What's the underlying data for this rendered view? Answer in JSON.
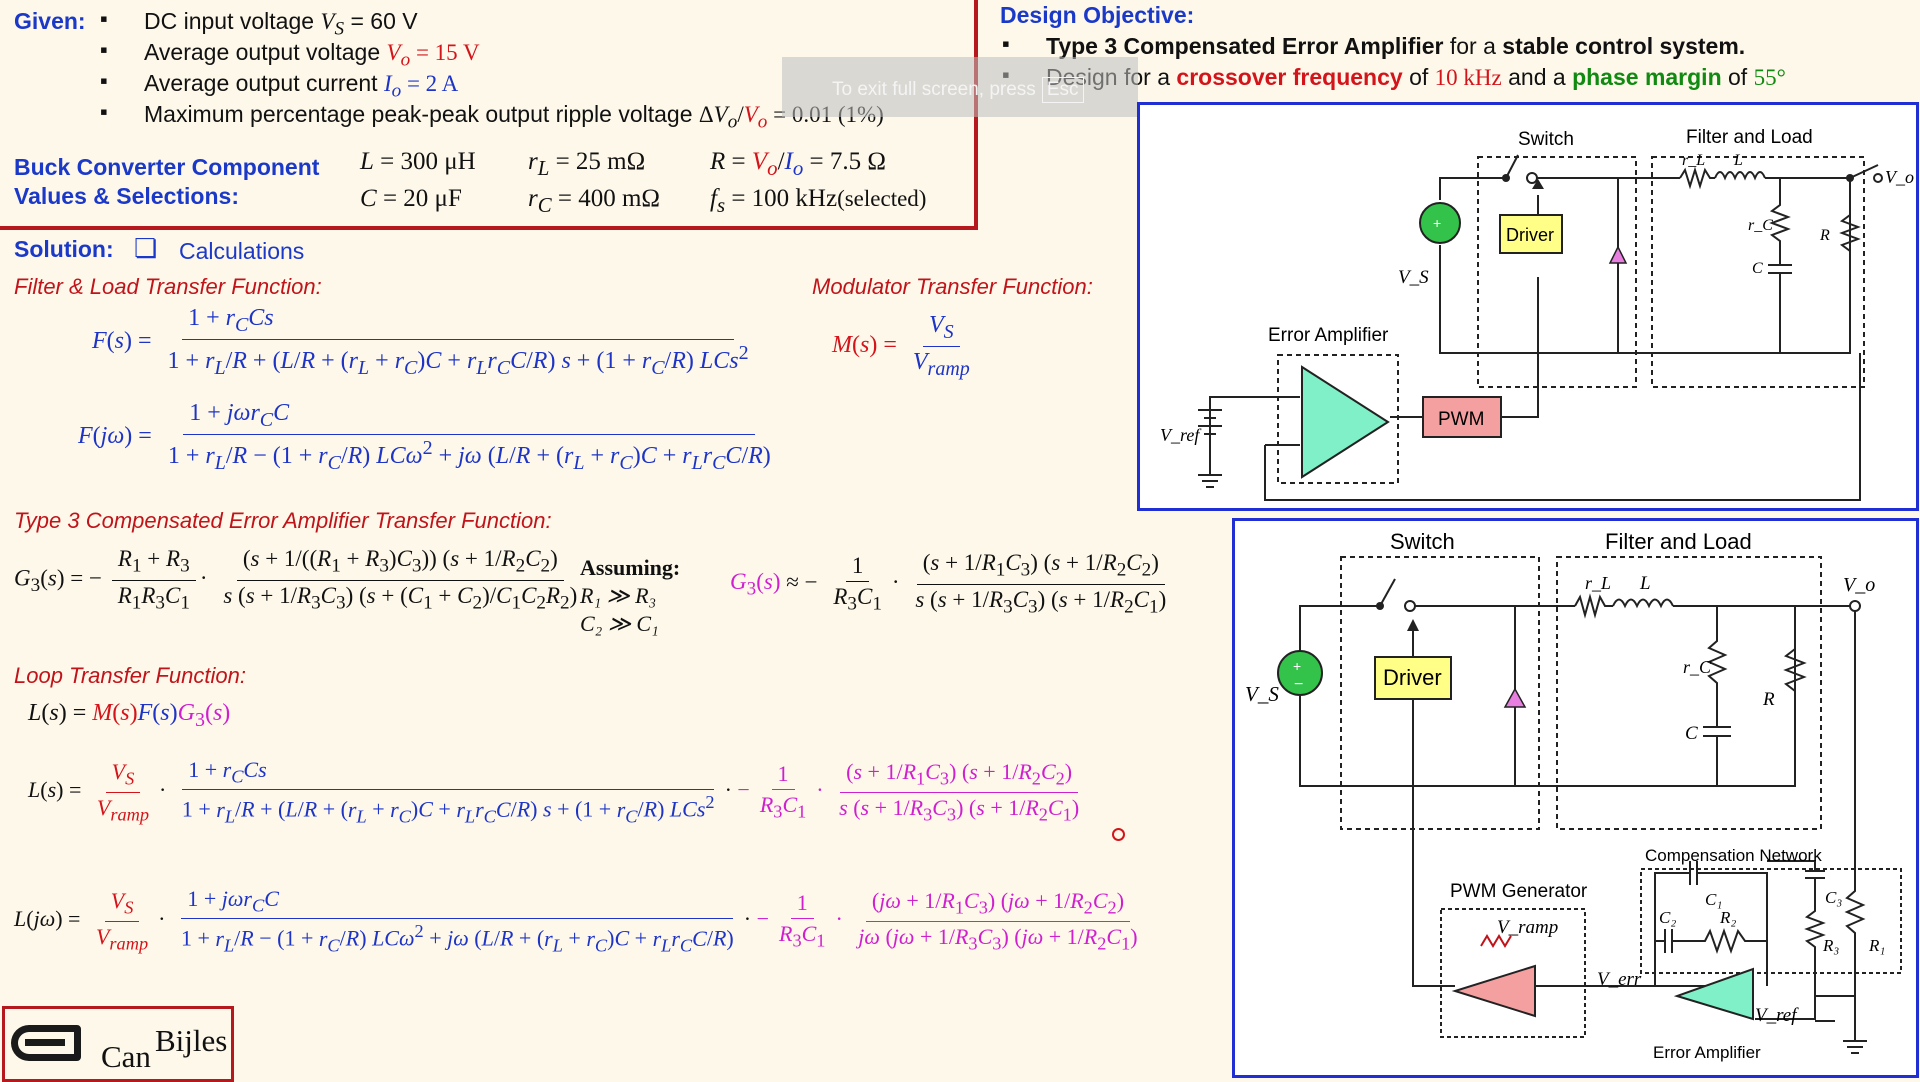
{
  "given": {
    "heading": "Given:",
    "items": [
      "DC input voltage V_S = 60 V",
      "Average output voltage V_o = 15 V",
      "Average output current I_o = 2 A",
      "Maximum percentage peak-peak output ripple voltage ΔV_o/V_o = 0.01 (1%)"
    ],
    "component_heading_1": "Buck Converter Component",
    "component_heading_2": "Values & Selections:",
    "values": {
      "L": "L = 300 μH",
      "rL": "r_L = 25 mΩ",
      "R": "R = V_o/I_o = 7.5 Ω",
      "C": "C = 20 μF",
      "rC": "r_C = 400 mΩ",
      "fs": "f_s = 100 kHz",
      "fs_note": "(selected)"
    }
  },
  "design": {
    "heading": "Design Objective:",
    "line1": {
      "strong1": "Type 3 Compensated Error Amplifier",
      "text": "for a",
      "strong2": "stable control system."
    },
    "line2": {
      "text1": "Design for a",
      "crossover": "crossover frequency",
      "text2": "of",
      "freq": "10 kHz",
      "text3": "and a",
      "pm": "phase margin",
      "text4": "of",
      "angle": "55°"
    }
  },
  "overlay": {
    "text": "To exit full screen, press",
    "key": "Esc"
  },
  "solution": {
    "heading": "Solution:",
    "checkbox_label": "Calculations"
  },
  "sections": {
    "filter": "Filter & Load Transfer Function:",
    "modulator": "Modulator Transfer Function:",
    "type3": "Type 3 Compensated Error Amplifier Transfer Function:",
    "assuming": "Assuming:",
    "assume1": "R₁ ≫ R₃",
    "assume2": "C₂ ≫ C₁",
    "loop": "Loop Transfer Function:"
  },
  "diagram1": {
    "switch": "Switch",
    "filter_load": "Filter and Load",
    "error_amp": "Error Amplifier",
    "driver": "Driver",
    "pwm": "PWM",
    "vs": "V_S",
    "vref": "V_ref",
    "vo": "V_o",
    "rl": "r_L",
    "l": "L",
    "rc": "r_C",
    "c": "C",
    "r": "R"
  },
  "diagram2": {
    "switch": "Switch",
    "filter_load": "Filter and Load",
    "driver": "Driver",
    "pwm_gen": "PWM Generator",
    "comp_net": "Compensation Network",
    "error_amp": "Error Amplifier",
    "vramp": "V_ramp",
    "verr": "V_err",
    "vref": "V_ref",
    "vs": "V_S",
    "vo": "V_o",
    "rl": "r_L",
    "l": "L",
    "rc": "r_C",
    "c": "C",
    "r": "R",
    "c1": "C₁",
    "c2": "C₂",
    "c3": "C₃",
    "r1": "R₁",
    "r2": "R₂",
    "r3": "R₃"
  },
  "logo": {
    "text_can": "Can",
    "text_bijles": "Bijles"
  }
}
